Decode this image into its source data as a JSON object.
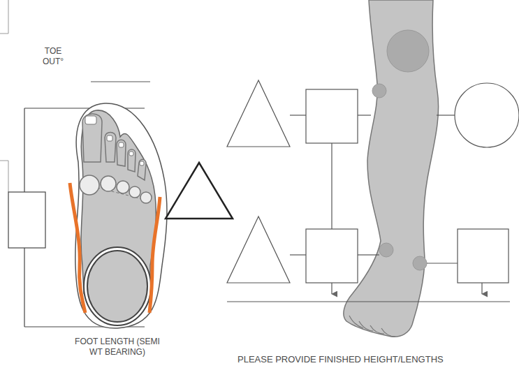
{
  "diagram": {
    "labels": [
      "TOE OUT°",
      "FOOT LENGTH (SEMI WT BEARING)",
      "PLEASE PROVIDE FINISHED HEIGHT/LENGTHS"
    ]
  }
}
